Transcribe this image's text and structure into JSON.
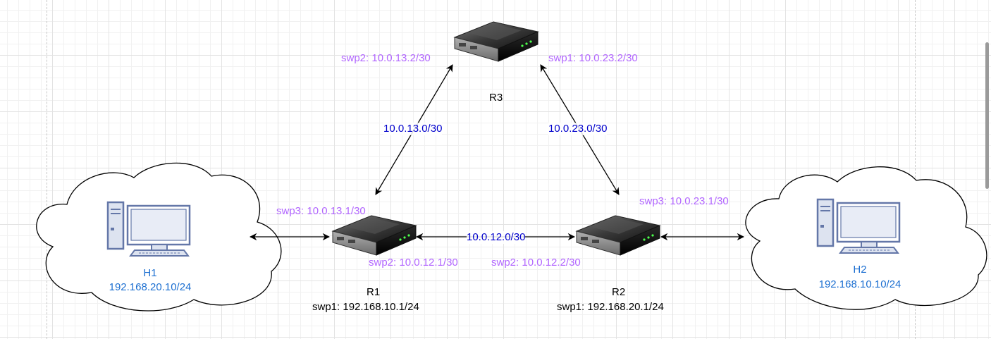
{
  "colors": {
    "interface": "#b266ff",
    "subnet": "#0000cc",
    "host": "#1c6fd1",
    "text": "#000000"
  },
  "nodes": {
    "r3": {
      "name": "R3",
      "icon": "router-icon"
    },
    "r1": {
      "name": "R1",
      "icon": "router-icon",
      "swp1": "swp1: 192.168.10.1/24"
    },
    "r2": {
      "name": "R2",
      "icon": "router-icon",
      "swp1": "swp1: 192.168.20.1/24"
    },
    "h1": {
      "name": "H1",
      "icon": "desktop-computer-icon",
      "ip": "192.168.20.10/24",
      "cloud": "cloud-icon"
    },
    "h2": {
      "name": "H2",
      "icon": "desktop-computer-icon",
      "ip": "192.168.10.10/24",
      "cloud": "cloud-icon"
    }
  },
  "interfaces": {
    "r3_swp2": "swp2: 10.0.13.2/30",
    "r3_swp1": "swp1: 10.0.23.2/30",
    "r1_swp3": "swp3: 10.0.13.1/30",
    "r1_swp2": "swp2: 10.0.12.1/30",
    "r2_swp2": "swp2: 10.0.12.2/30",
    "r2_swp3": "swp3: 10.0.23.1/30"
  },
  "links": {
    "r1_r3": "10.0.13.0/30",
    "r2_r3": "10.0.23.0/30",
    "r1_r2": "10.0.12.0/30"
  }
}
